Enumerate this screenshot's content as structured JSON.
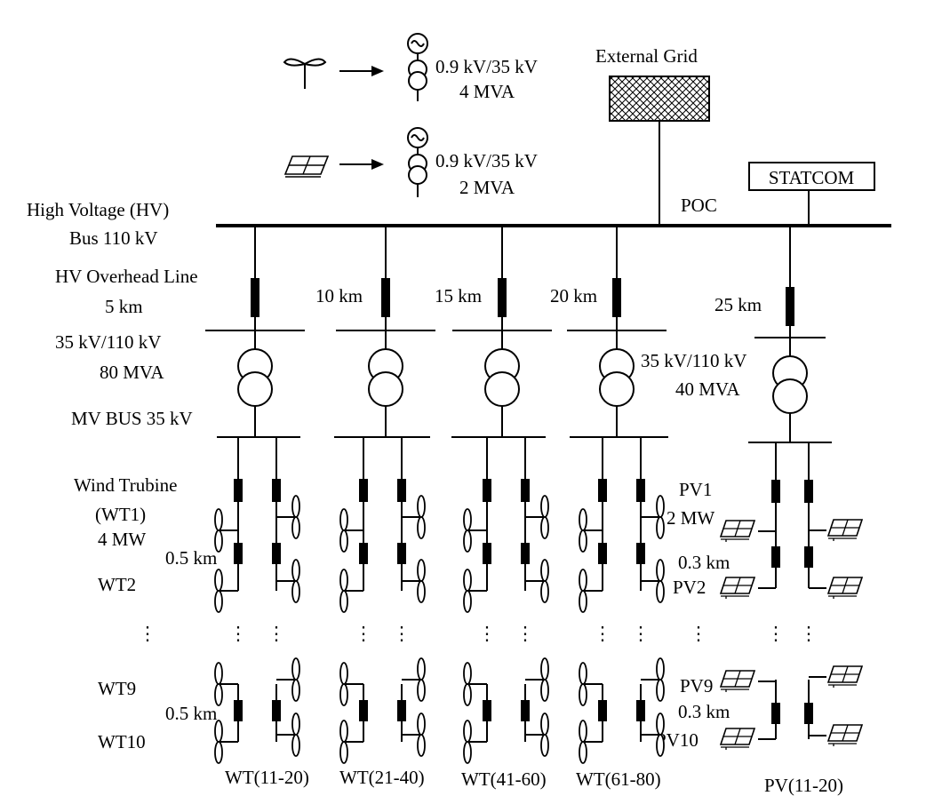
{
  "legend": {
    "wt_gen": {
      "voltage": "0.9 kV/35 kV",
      "rating": "4 MVA"
    },
    "pv_gen": {
      "voltage": "0.9 kV/35 kV",
      "rating": "2 MVA"
    }
  },
  "grid": {
    "label": "External Grid",
    "poc": "POC"
  },
  "statcom": "STATCOM",
  "hv_bus": {
    "line1": "High Voltage (HV)",
    "line2": "Bus 110 kV"
  },
  "feeder1": {
    "line_label": "HV Overhead Line",
    "length": "5 km",
    "tx_voltage": "35 kV/110 kV",
    "tx_rating": "80 MVA",
    "mv_bus": "MV BUS 35 kV",
    "wt_label1": "Wind Trubine",
    "wt_label2": "(WT1)",
    "wt_label3": "4 MW",
    "segment": "0.5 km",
    "wt2": "WT2",
    "wt9": "WT9",
    "segment2": "0.5 km",
    "wt10": "WT10",
    "group": "WT(11-20)"
  },
  "feeder2": {
    "length": "10 km",
    "group": "WT(21-40)"
  },
  "feeder3": {
    "length": "15 km",
    "group": "WT(41-60)"
  },
  "feeder4": {
    "length": "20 km",
    "group": "WT(61-80)",
    "tx_voltage": "35 kV/110 kV",
    "tx_rating": "40 MVA"
  },
  "feeder5": {
    "length": "25 km",
    "pv1": "PV1",
    "pv1_rating": "2 MW",
    "segment": "0.3 km",
    "pv2": "PV2",
    "pv9": "PV9",
    "segment2": "0.3 km",
    "pv10": "PV10",
    "group": "PV(11-20)"
  },
  "ellipsis": "⋮",
  "icons": {
    "wind": "wind-turbine-icon",
    "solar": "solar-panel-icon",
    "transformer": "transformer-icon",
    "generator": "ac-source-icon",
    "breaker": "line-impedance-icon"
  }
}
